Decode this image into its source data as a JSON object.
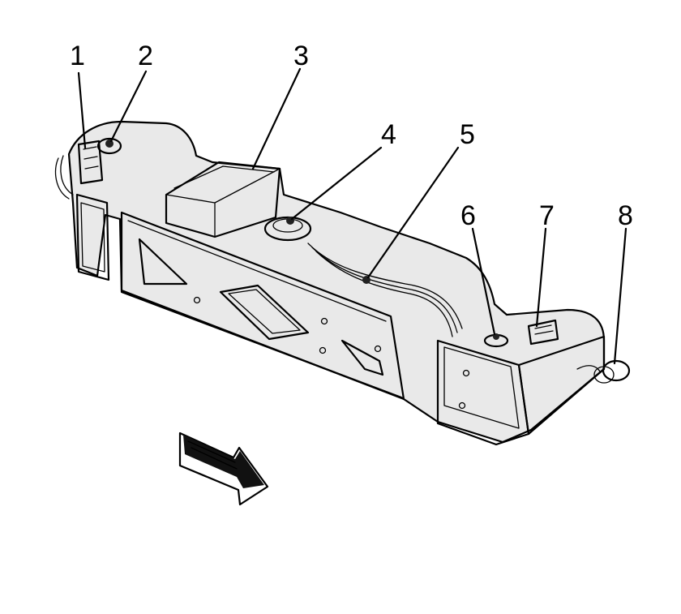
{
  "callouts": [
    {
      "label": "1",
      "part": "callout-1"
    },
    {
      "label": "2",
      "part": "callout-2"
    },
    {
      "label": "3",
      "part": "callout-3"
    },
    {
      "label": "4",
      "part": "callout-4"
    },
    {
      "label": "5",
      "part": "callout-5"
    },
    {
      "label": "6",
      "part": "callout-6"
    },
    {
      "label": "7",
      "part": "callout-7"
    },
    {
      "label": "8",
      "part": "callout-8"
    }
  ],
  "direction_arrow": {
    "icon": "forward-direction-arrow-icon"
  }
}
